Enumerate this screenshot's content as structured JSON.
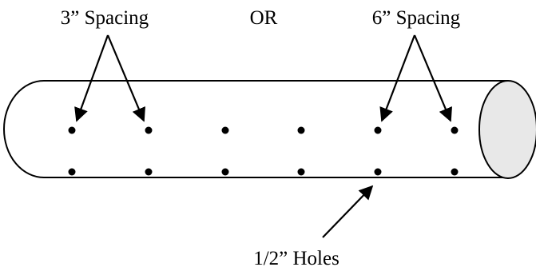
{
  "labels": {
    "spacing_3": "3” Spacing",
    "or": "OR",
    "spacing_6": "6” Spacing",
    "holes": "1/2” Holes"
  },
  "pipe": {
    "rows_of_holes": 2,
    "holes_per_row": 6,
    "end_cap_fill": "#e8e8e8",
    "stroke_color": "#000000"
  }
}
